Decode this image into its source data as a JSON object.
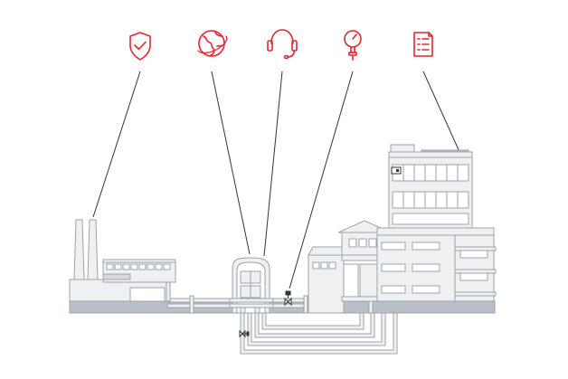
{
  "colors": {
    "accent": "#e3262f",
    "outline": "#9aa3ab",
    "fill": "#eef0f2",
    "ground": "#b9bfc5",
    "line": "#333333"
  },
  "icons": [
    {
      "name": "shield-check-icon"
    },
    {
      "name": "globe-icon"
    },
    {
      "name": "headset-icon"
    },
    {
      "name": "pressure-gauge-icon"
    },
    {
      "name": "checklist-document-icon"
    }
  ],
  "callouts": [
    "factory",
    "substation",
    "substation",
    "valve",
    "office-tower"
  ]
}
